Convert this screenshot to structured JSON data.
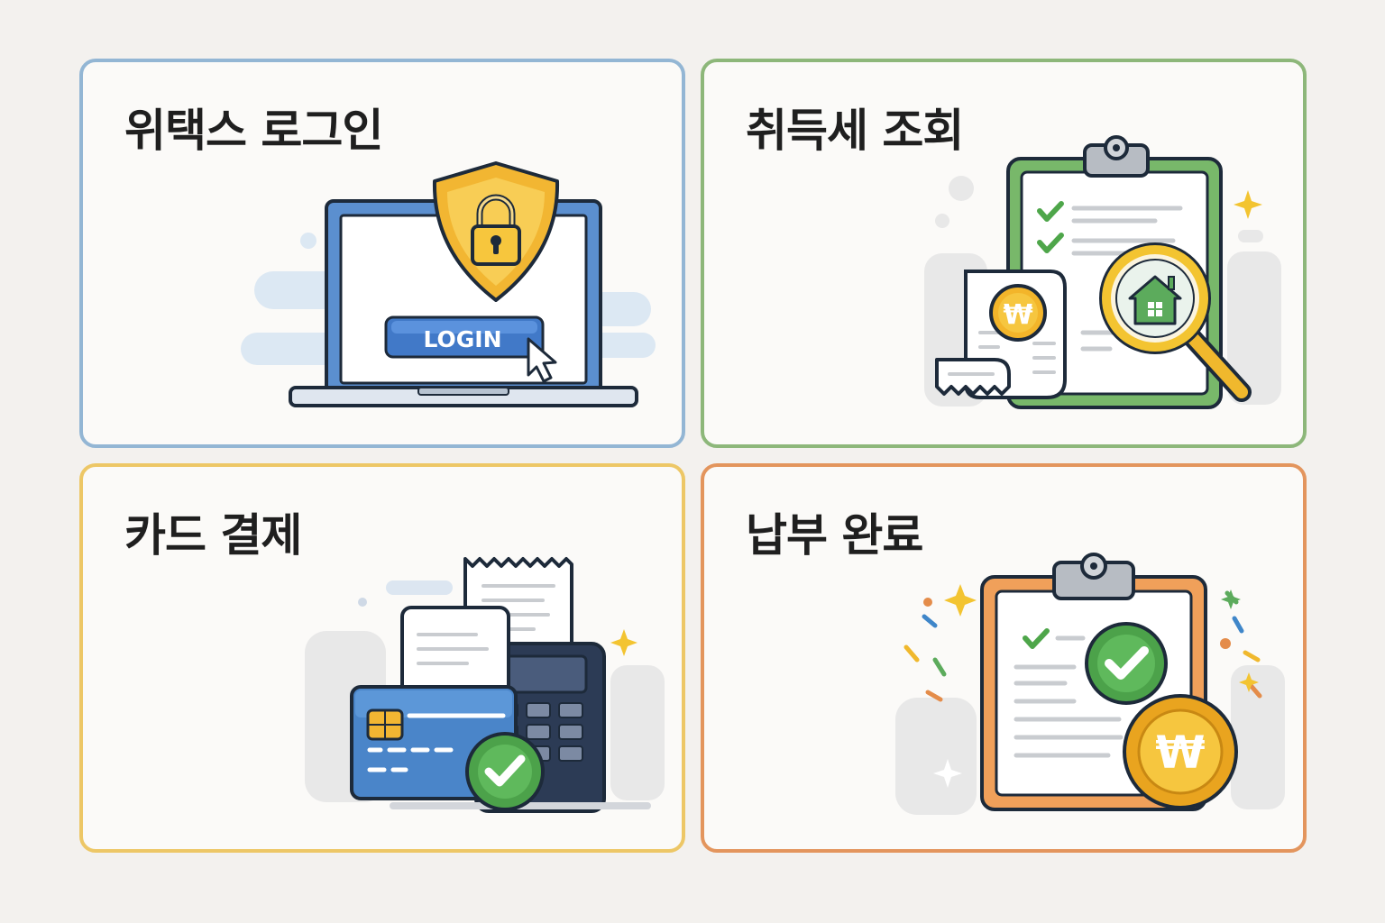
{
  "cards": [
    {
      "title": "위택스 로그인",
      "button_label": "LOGIN",
      "accent": "#93b6d4"
    },
    {
      "title": "취득세 조회",
      "currency_symbol": "₩",
      "accent": "#8db77a"
    },
    {
      "title": "카드 결제",
      "accent": "#edc766"
    },
    {
      "title": "납부 완료",
      "currency_symbol": "₩",
      "accent": "#e3955d"
    }
  ],
  "icons": {
    "card1": [
      "laptop-icon",
      "shield-lock-icon",
      "login-button",
      "cursor-icon"
    ],
    "card2": [
      "clipboard-icon",
      "receipt-icon",
      "won-coin-icon",
      "magnifier-house-icon"
    ],
    "card3": [
      "receipt-icon",
      "payment-terminal-icon",
      "credit-card-icon",
      "check-badge-icon"
    ],
    "card4": [
      "clipboard-icon",
      "check-badge-icon",
      "won-coin-icon",
      "confetti-icon"
    ]
  }
}
